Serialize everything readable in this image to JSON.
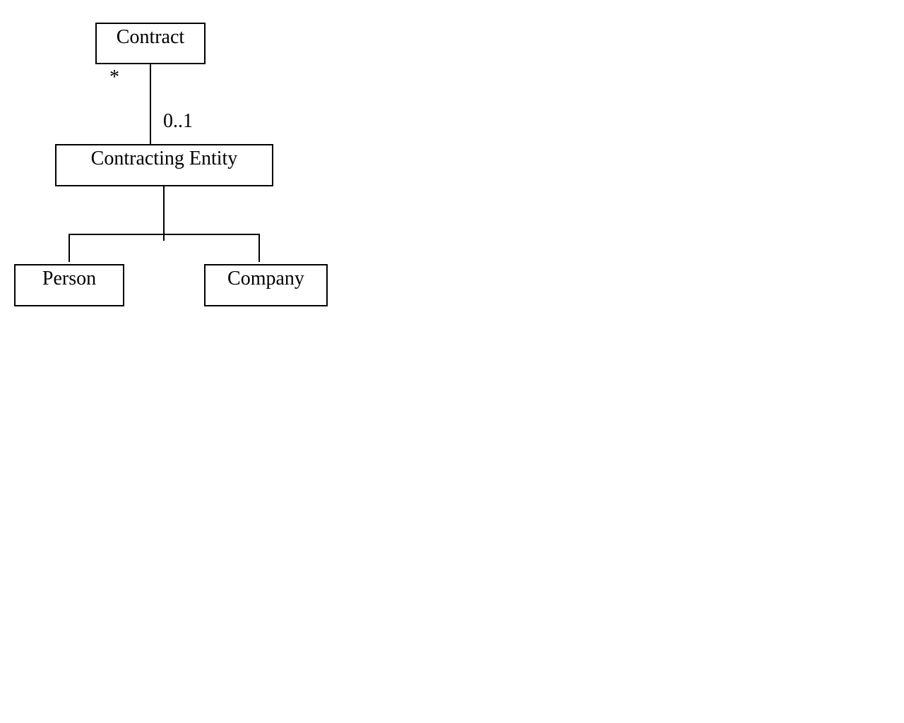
{
  "diagram": {
    "nodes": {
      "contract": "Contract",
      "contracting_entity": "Contracting Entity",
      "person": "Person",
      "company": "Company"
    },
    "association": {
      "contract_end_multiplicity": "*",
      "entity_end_multiplicity": "0..1"
    }
  }
}
